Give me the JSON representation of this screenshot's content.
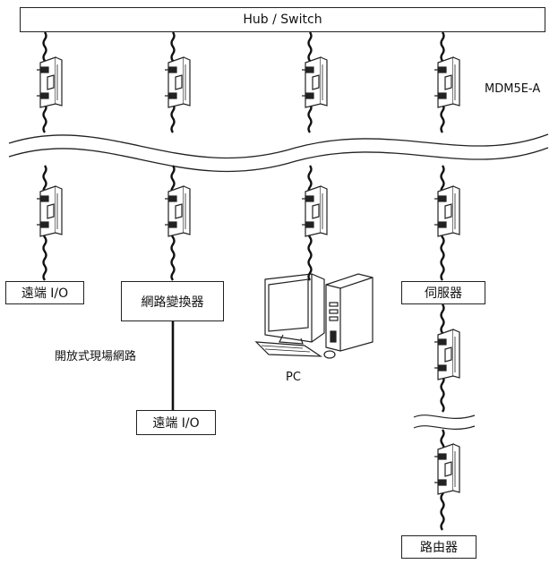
{
  "hub": {
    "label": "Hub / Switch"
  },
  "module_label": "MDM5E-A",
  "devices": {
    "remote_io_left": "遠端 I/O",
    "network_converter": "網路變換器",
    "remote_io_bottom": "遠端 I/O",
    "servo": "伺服器",
    "router": "路由器"
  },
  "fieldbus_label": "開放式現場網路",
  "pc_label": "PC"
}
